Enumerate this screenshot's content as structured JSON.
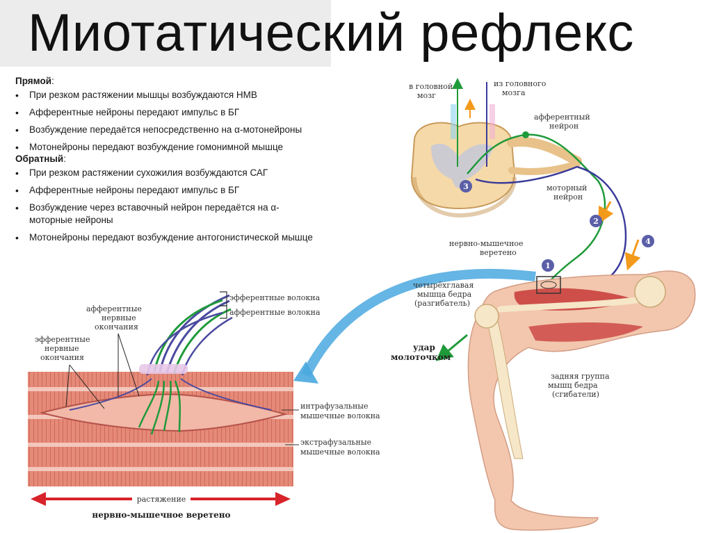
{
  "title": "Миотатический рефлекс",
  "direct": {
    "heading": "Прямой",
    "suffix": ":",
    "items": [
      "При резком растяжении мышцы возбуждаются НМВ",
      "Афферентные нейроны передают импульс в БГ",
      "Возбуждение передаётся непосредственно на α-мотонейроны",
      "Мотонейроны передают возбуждение гомонимной мышце"
    ]
  },
  "reverse": {
    "heading": "Обратный",
    "suffix": ":",
    "items": [
      "При резком растяжении сухожилия возбуждаются САГ",
      "Афферентные нейроны передают импульс в БГ",
      "Возбуждение через вставочный нейрон передаётся на α-моторные нейроны",
      "Мотонейроны передают возбуждение антогонистической мышце"
    ]
  },
  "diagram": {
    "to_brain": [
      "в головной",
      "мозг"
    ],
    "from_brain": [
      "из головного",
      "мозга"
    ],
    "afferent_neuron": [
      "афферентный",
      "нейрон"
    ],
    "motor_neuron": [
      "моторный",
      "нейрон"
    ],
    "spindle": [
      "нервно-мышечное",
      "веретено"
    ],
    "quadriceps": [
      "четырёхглавая",
      "мышца бедра",
      "(разгибатель)"
    ],
    "hammer": [
      "удар",
      "молоточком"
    ],
    "hamstrings": [
      "задняя группа",
      "мышц бедра",
      "(сгибатели)"
    ],
    "steps": [
      "1",
      "2",
      "3",
      "4"
    ]
  },
  "spindle_detail": {
    "efferent_fibers": "эфферентные волокна",
    "afferent_fibers": "афферентные волокна",
    "afferent_endings": [
      "афферентные",
      "нервные",
      "окончания"
    ],
    "efferent_endings": [
      "эфферентные",
      "нервные",
      "окончания"
    ],
    "intrafusal": [
      "интрафузальные",
      "мышечные волокна"
    ],
    "extrafusal": [
      "экстрафузальные",
      "мышечные волокна"
    ],
    "stretch": "растяжение",
    "caption": "нервно-мышечное веретено"
  },
  "colors": {
    "afferent": "#1f9a3a",
    "efferent": "#3a3a9a",
    "arrow_blue": "#4aa8e0",
    "arrow_red": "#d8232a",
    "muscle": "#e08070"
  }
}
